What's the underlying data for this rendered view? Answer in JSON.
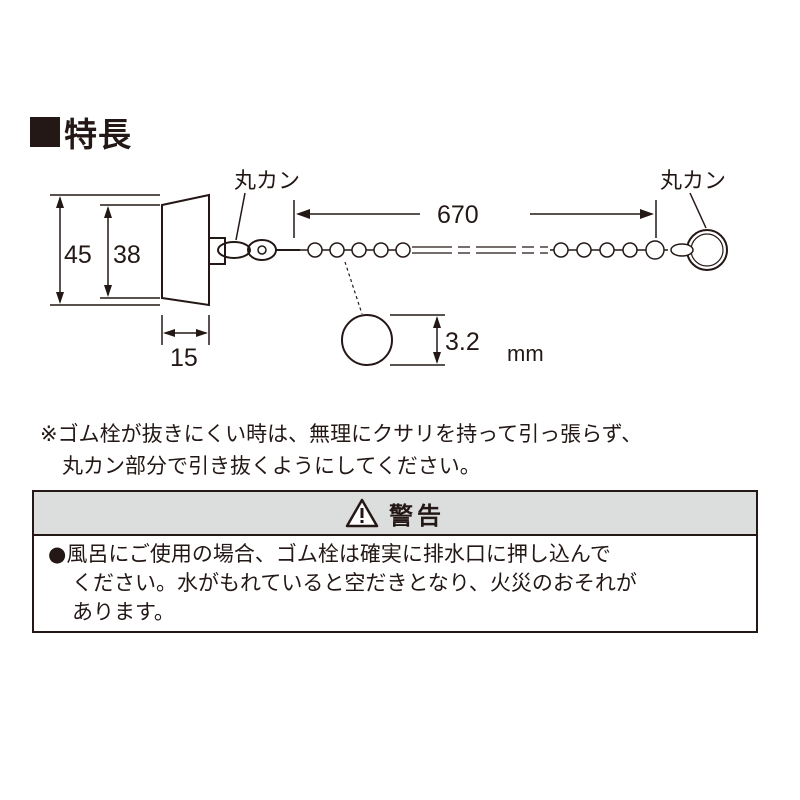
{
  "heading": {
    "marker": "■",
    "title": "特長"
  },
  "diagram": {
    "ring_label_left": "丸カン",
    "ring_label_right": "丸カン",
    "dim_outer_diameter": "45",
    "dim_inner_diameter": "38",
    "dim_height": "15",
    "dim_chain_length": "670",
    "dim_ball": "3.2",
    "unit": "mm"
  },
  "note": {
    "line1": "※ゴム栓が抜きにくい時は、無理にクサリを持って引っ張らず、",
    "line2": "丸カン部分で引き抜くようにしてください。"
  },
  "warning": {
    "title": "警告",
    "line1": "●風呂にご使用の場合、ゴム栓は確実に排水口に押し込んで",
    "line2": "ください。水がもれていると空だきとなり、火災のおそれが",
    "line3": "あります。"
  }
}
